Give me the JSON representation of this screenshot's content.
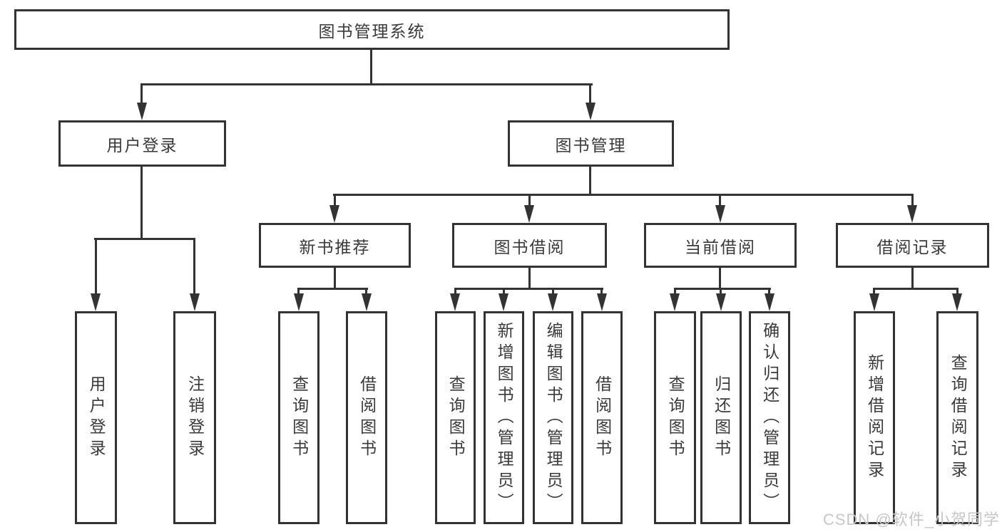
{
  "diagram": {
    "title": "图书管理系统",
    "level2": [
      {
        "label": "用户登录",
        "children": [
          "用户登录",
          "注销登录"
        ]
      },
      {
        "label": "图书管理",
        "children": [
          {
            "label": "新书推荐",
            "children": [
              "查询图书",
              "借阅图书"
            ]
          },
          {
            "label": "图书借阅",
            "children": [
              "查询图书",
              "新增图书（管理员）",
              "编辑图书（管理员）",
              "借阅图书"
            ]
          },
          {
            "label": "当前借阅",
            "children": [
              "查询图书",
              "归还图书",
              "确认归还（管理员）"
            ]
          },
          {
            "label": "借阅记录",
            "children": [
              "新增借阅记录",
              "查询借阅记录"
            ]
          }
        ]
      }
    ]
  },
  "watermark": {
    "text": "CSDN @软件_小贺同学"
  },
  "colors": {
    "line": "#333333",
    "text": "#3a3a3a",
    "watermark": "#c7c7c7",
    "background": "#ffffff"
  }
}
